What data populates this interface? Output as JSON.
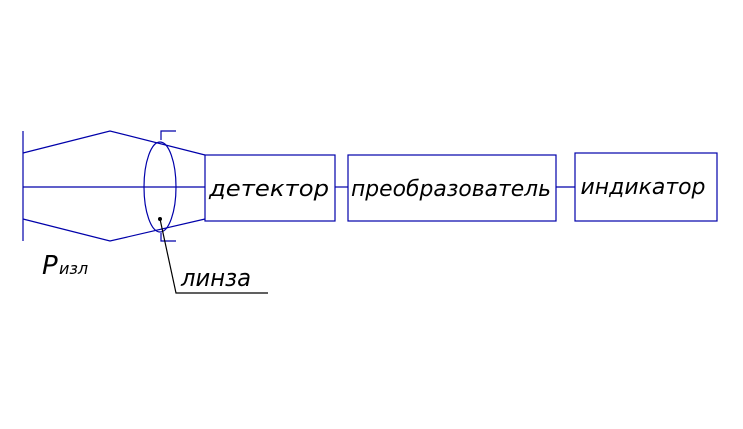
{
  "colors": {
    "line": "#0000aa",
    "text": "#000000",
    "background": "#ffffff"
  },
  "diagram": {
    "source_label_main": "P",
    "source_label_sub": "изл",
    "lens_label": "линза",
    "blocks": [
      {
        "label": "детектор"
      },
      {
        "label": "преобразователь"
      },
      {
        "label": "индикатор"
      }
    ]
  }
}
